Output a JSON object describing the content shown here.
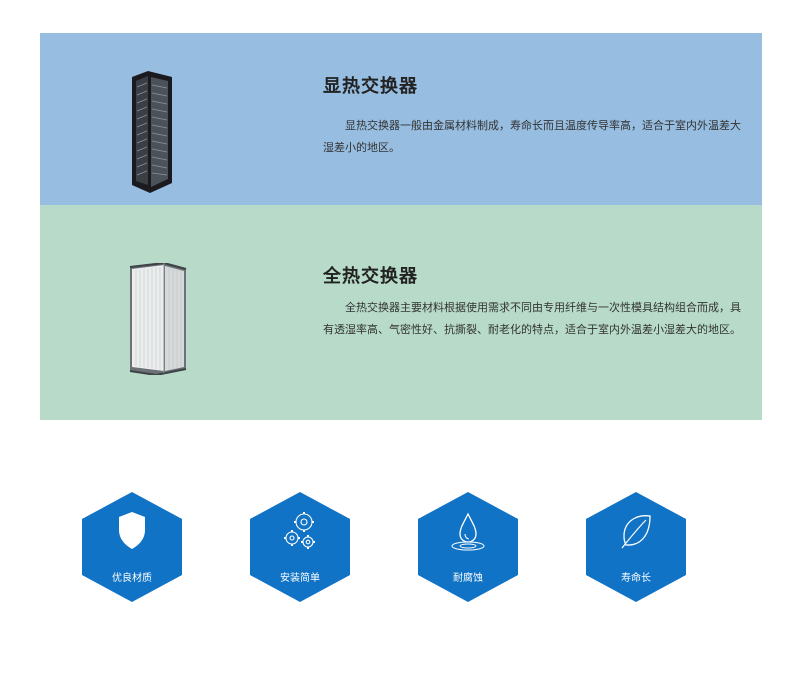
{
  "colors": {
    "panel1_bg": "#97bde0",
    "panel2_bg": "#b7dbc8",
    "hex_bg": "#1073c6"
  },
  "panels": [
    {
      "title": "显热交换器",
      "description": "显热交换器一般由金属材料制成，寿命长而且温度传导率高，适合于室内外温差大湿差小的地区。",
      "image_icon": "sensible-heat-exchanger-icon"
    },
    {
      "title": "全热交换器",
      "description": "全热交换器主要材料根据使用需求不同由专用纤维与一次性模具结构组合而成，具有透湿率高、气密性好、抗撕裂、耐老化的特点，适合于室内外温差小湿差大的地区。",
      "image_icon": "total-heat-exchanger-icon"
    }
  ],
  "features": [
    {
      "label": "优良材质",
      "icon": "shield-icon"
    },
    {
      "label": "安装简单",
      "icon": "gears-icon"
    },
    {
      "label": "耐腐蚀",
      "icon": "water-drop-icon"
    },
    {
      "label": "寿命长",
      "icon": "leaf-icon"
    }
  ]
}
